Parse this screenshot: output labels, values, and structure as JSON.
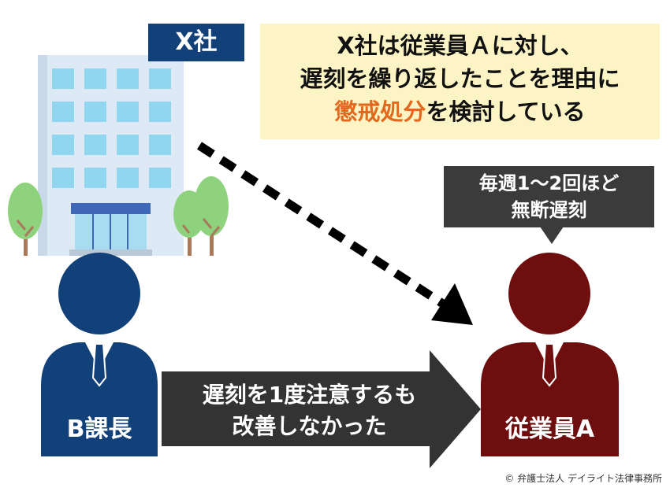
{
  "company": {
    "label": "X社"
  },
  "caption": {
    "line1": "X社は従業員Ａに対し、",
    "line2": "遅刻を繰り返したことを理由に",
    "line3_emphasis": "懲戒処分",
    "line3_rest": "を検討している",
    "emphasis_color": "#e2681e"
  },
  "bubble": {
    "line1": "毎週1〜2回ほど",
    "line2": "無断遅刻"
  },
  "boss": {
    "label": "B課長",
    "color": "#12417a"
  },
  "employee": {
    "label": "従業員A",
    "color": "#6e0e0e"
  },
  "arrow": {
    "line1": "遅刻を1度注意するも",
    "line2": "改善しなかった"
  },
  "copyright": "© 弁護士法人 デイライト法律事務所"
}
